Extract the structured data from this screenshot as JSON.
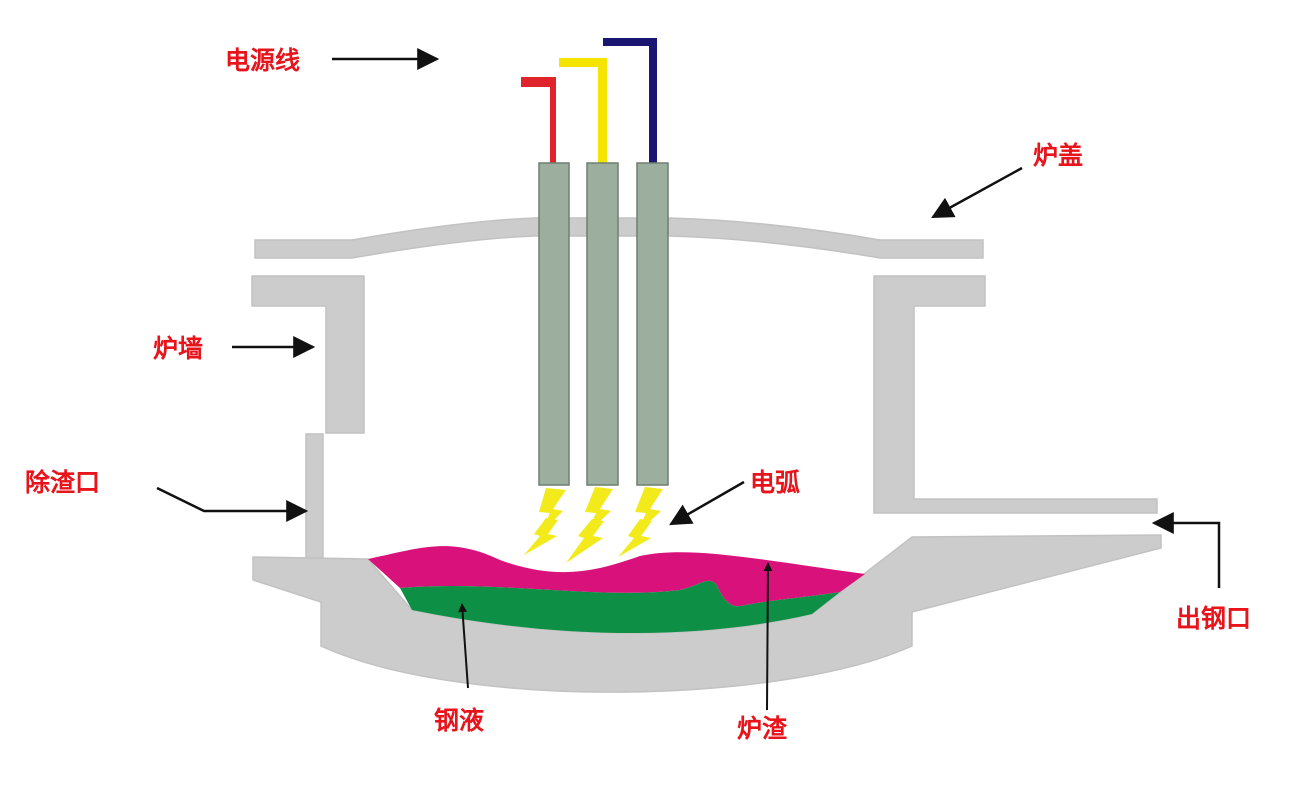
{
  "colors": {
    "furnace": "#cccccc",
    "furnace_stroke": "#c2c2c2",
    "electrode": "#9caf9f",
    "electrode_stroke": "#6f7f72",
    "slag": "#d8127a",
    "steel": "#0d8f46",
    "arc": "#f3ea1b",
    "label": "#e8141c",
    "arrow": "#111111",
    "wire_red": "#e0242b",
    "wire_yellow": "#f4e400",
    "wire_navy": "#1a1672"
  },
  "icons": {
    "arc": "lightning-bolt-icon",
    "arrow": "arrow-icon"
  },
  "labels": {
    "power_line": "电源线",
    "furnace_lid": "炉盖",
    "furnace_wall": "炉墙",
    "slag_port": "除渣口",
    "arc": "电弧",
    "tap_hole": "出钢口",
    "molten_steel": "钢液",
    "slag": "炉渣"
  }
}
